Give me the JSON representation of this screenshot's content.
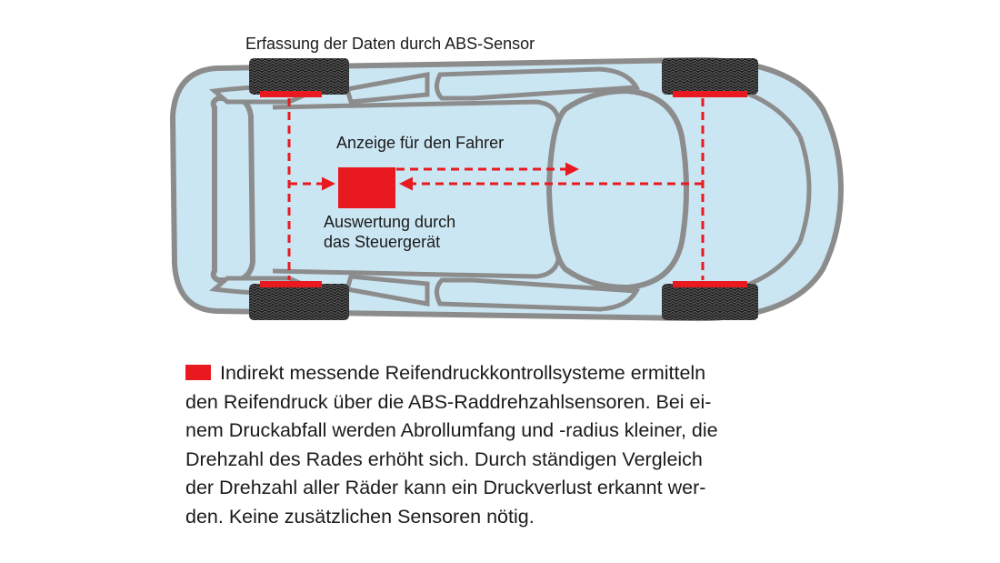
{
  "labels": {
    "sensor": "Erfassung der Daten durch ABS-Sensor",
    "driver_display": "Anzeige für den Fahrer",
    "evaluation_line1": "Auswertung durch",
    "evaluation_line2": "das Steuergerät"
  },
  "caption": {
    "lines": [
      "Indirekt messende Reifendruckkontrollsysteme ermitteln",
      "den Reifendruck über die ABS-Raddrehzahlsensoren. Bei ei-",
      "nem Druckabfall werden Abrollumfang und -radius kleiner, die",
      "Drehzahl des Rades erhöht sich. Durch ständigen Vergleich",
      "der Drehzahl aller Räder kann ein Druckverlust erkannt wer-",
      "den. Keine zusätzlichen Sensoren nötig."
    ]
  },
  "colors": {
    "car_body": "#cbe6f3",
    "car_outline": "#8c8c8c",
    "accent_red": "#e8191f",
    "tire": "#1c1c1c"
  }
}
